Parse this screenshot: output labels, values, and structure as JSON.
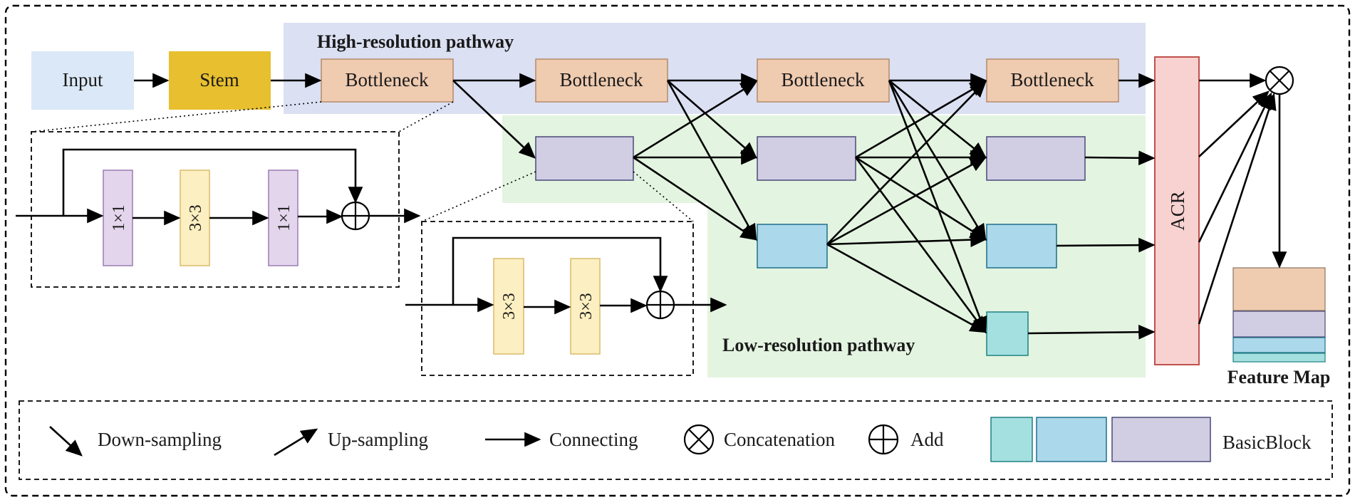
{
  "pathways": {
    "high": "High-resolution pathway",
    "low": "Low-resolution pathway"
  },
  "blocks": {
    "input": "Input",
    "stem": "Stem",
    "bottleneck": "Bottleneck",
    "acr": "ACR",
    "feature_map": "Feature Map"
  },
  "bottleneck_detail": {
    "conv1": "1×1",
    "conv2": "3×3",
    "conv3": "1×1"
  },
  "basicblock_detail": {
    "conv1": "3×3",
    "conv2": "3×3"
  },
  "legend": {
    "down": "Down-sampling",
    "up": "Up-sampling",
    "connect": "Connecting",
    "concat": "Concatenation",
    "add": "Add",
    "basicblock": "BasicBlock"
  },
  "colors": {
    "high_bg": "#dbe0f3",
    "low_bg": "#e3f4e0",
    "input": "#dbe8f7",
    "stem": "#e8bf2e",
    "bottleneck": "#efcbb0",
    "purple_block": "#d1cde3",
    "blue_block": "#abd8ea",
    "teal_block": "#a5e0e0",
    "acr": "#f8d2d0",
    "conv_purple": "#e3d6ec",
    "conv_yellow": "#fcefc1"
  }
}
